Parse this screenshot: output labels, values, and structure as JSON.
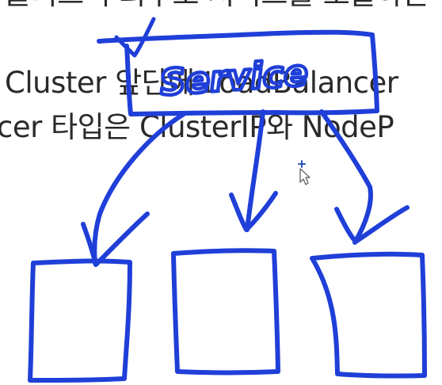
{
  "screen": {
    "text_lines": [
      "클러스터 외부로 서비스를 노출하는",
      "Cluster 앞단에 LoadBalancer",
      "cer 타입은 ClusterIP와 NodeP"
    ],
    "handwriting": {
      "word": "Service"
    },
    "ink_color": "#1f3fd8",
    "icons": {
      "cursor": "mouse-pointer-icon"
    }
  }
}
